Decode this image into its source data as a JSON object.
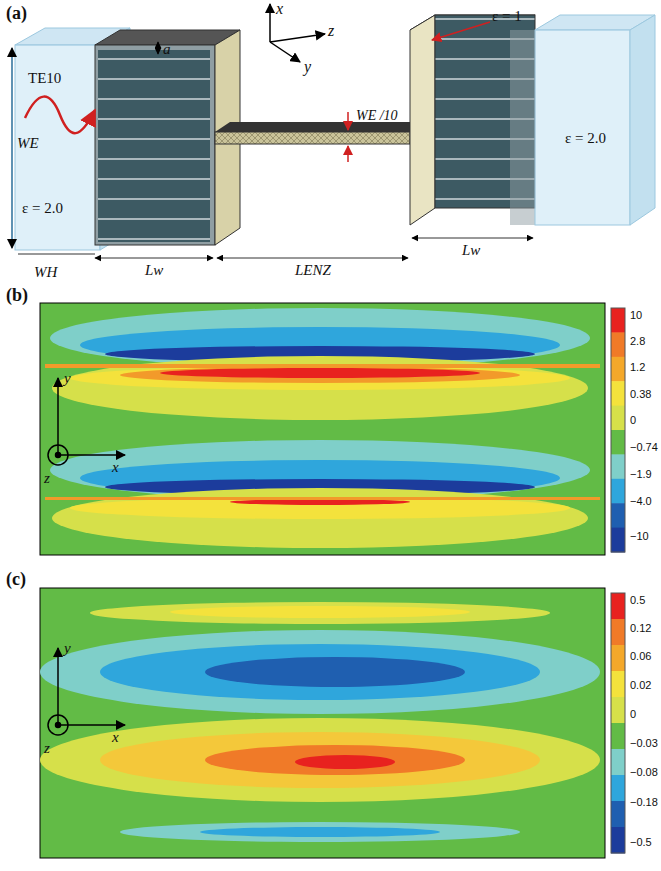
{
  "diagram": {
    "labels": [
      "(a)",
      "x",
      "y",
      "z",
      "TE10",
      "WE",
      "ε = 2.0",
      "a",
      "WE /10",
      "ε = 1",
      "WH",
      "Lw",
      "LENZ",
      "Lw",
      "ε = 2.0",
      "(b)",
      "y",
      "x",
      "z",
      "10",
      "2.8",
      "1.2",
      "0.38",
      "0",
      "−0.74",
      "−1.9",
      "−4.0",
      "−10",
      "(c)",
      "y",
      "x",
      "z",
      "0.5",
      "0.12",
      "0.06",
      "0.02",
      "0",
      "−0.03",
      "−0.08",
      "−0.18",
      "−0.5"
    ]
  }
}
